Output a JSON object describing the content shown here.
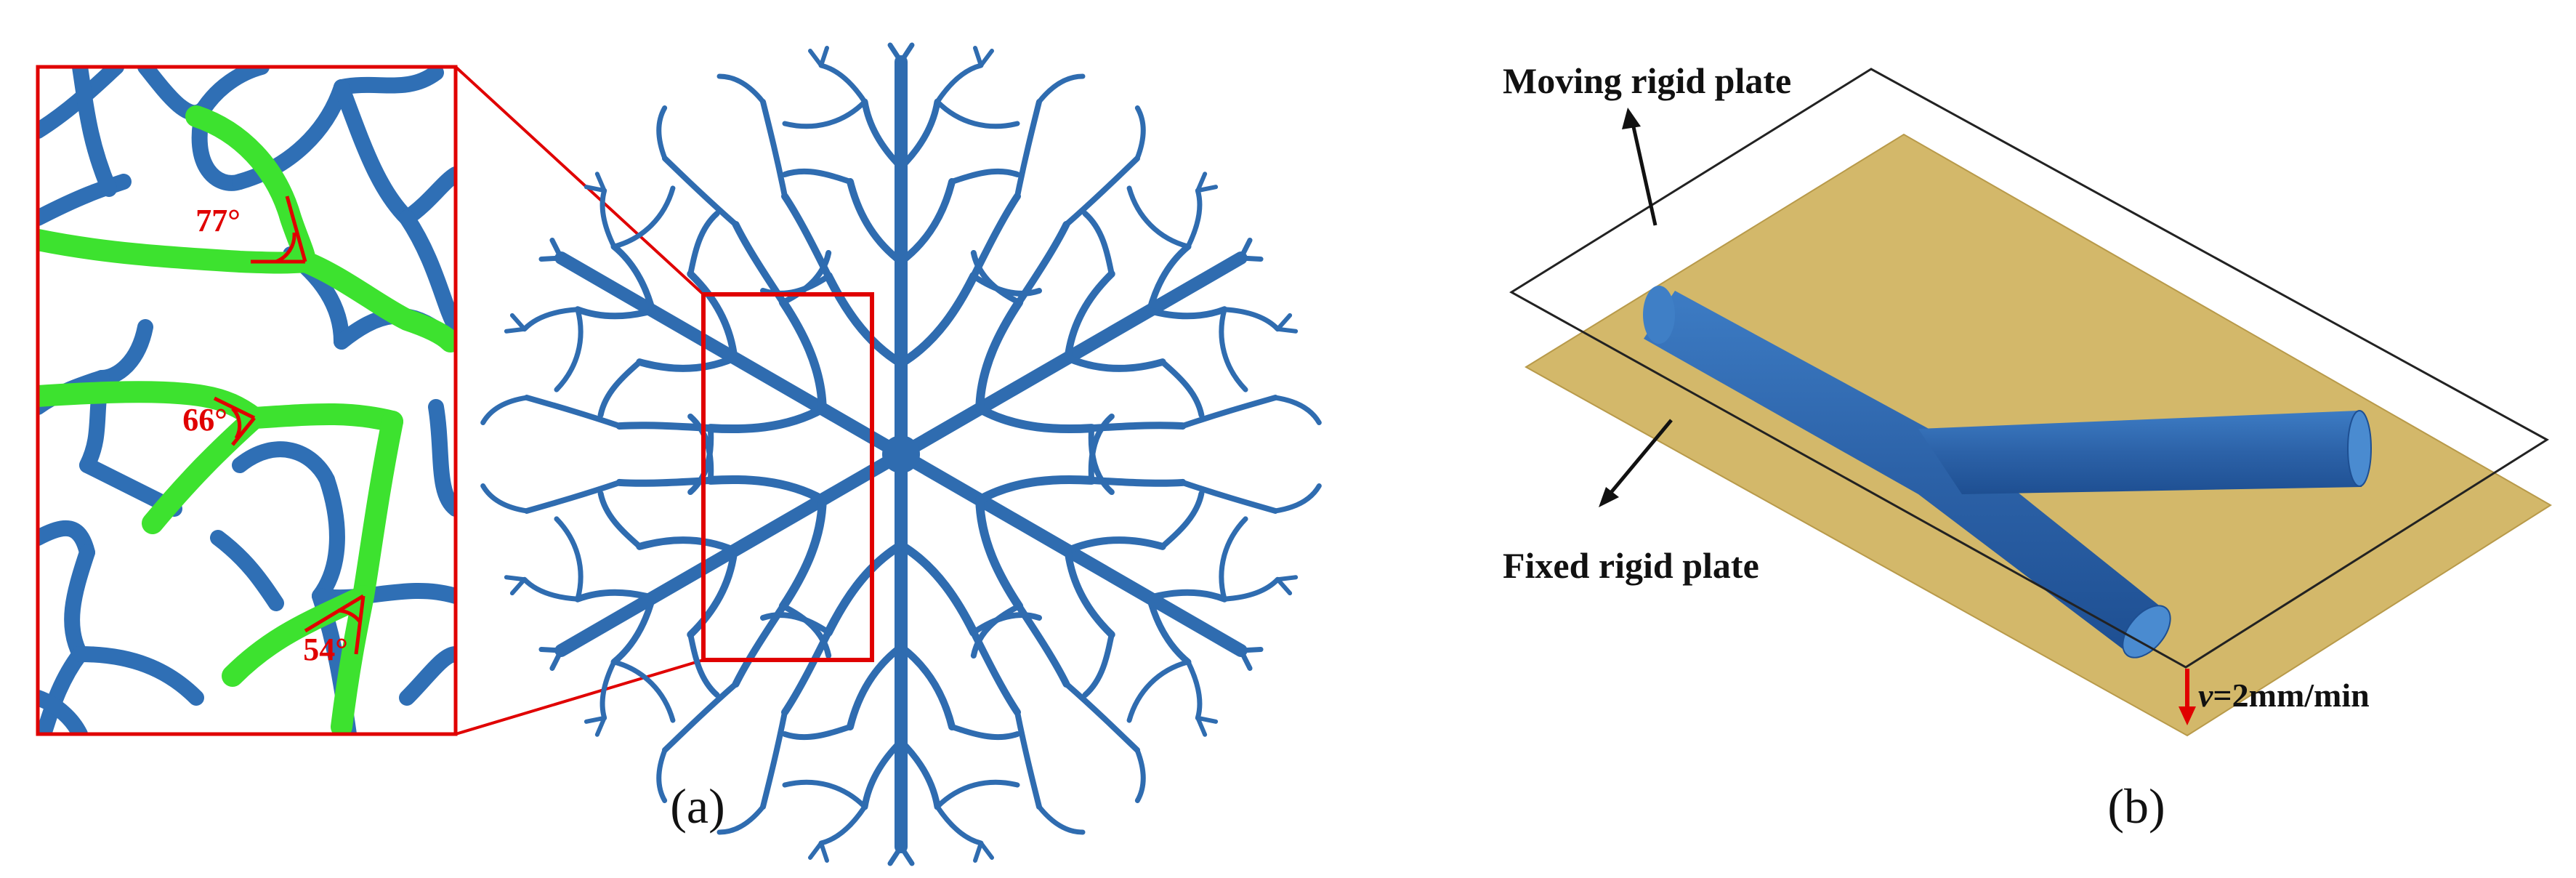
{
  "panel_a": {
    "label": "(a)",
    "angles": [
      "77°",
      "66°",
      "54°"
    ]
  },
  "panel_b": {
    "label": "(b)",
    "moving_plate_label": "Moving rigid plate",
    "fixed_plate_label": "Fixed rigid plate",
    "velocity_symbol": "v",
    "velocity_value": "=2mm/min"
  },
  "colors": {
    "vein_blue": "#2e6db2",
    "highlight_green": "#3ee02e",
    "annotation_red": "#e00000",
    "plate_tan": "#d4b765"
  }
}
